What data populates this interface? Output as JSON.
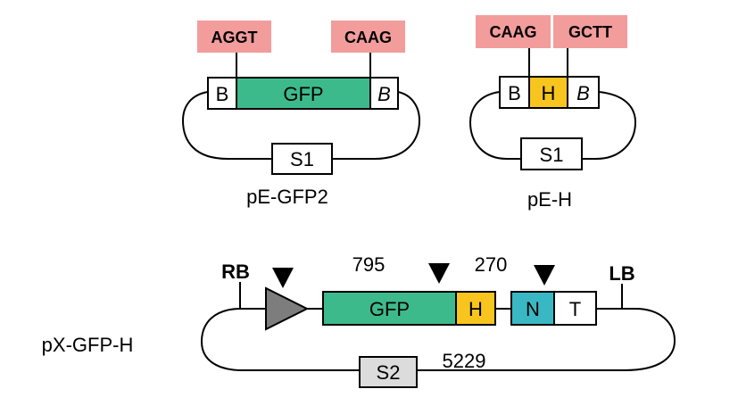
{
  "colors": {
    "gfp": "#3dba8c",
    "h": "#f7c51e",
    "n": "#39b8c3",
    "overhang": "#f39c9c",
    "s2": "#dcdcdc",
    "promoter": "#7d7d7d",
    "line": "#000000"
  },
  "plasmids": [
    {
      "name": "pE-GFP2",
      "overhangs": [
        "AGGT",
        "CAAG"
      ],
      "segments": [
        "B",
        "GFP",
        "B"
      ],
      "marker": "S1"
    },
    {
      "name": "pE-H",
      "overhangs": [
        "CAAG",
        "GCTT"
      ],
      "segments": [
        "B",
        "H",
        "B"
      ],
      "marker": "S1"
    }
  ],
  "binary": {
    "name": "pX-GFP-H",
    "left_border": "RB",
    "right_border": "LB",
    "promoter_icon": "promoter-triangle-icon",
    "cut_icon": "cut-site-triangle-icon",
    "sizes": [
      "795",
      "270",
      "5229"
    ],
    "segments": [
      "GFP",
      "H",
      "N",
      "T"
    ],
    "marker": "S2"
  }
}
